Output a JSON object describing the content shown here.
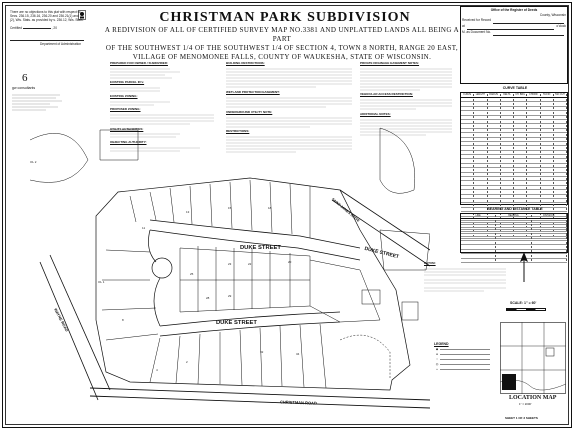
{
  "title": "CHRISTMAN PARK SUBDIVISION",
  "subtitle_lines": [
    "A REDIVISION OF ALL OF CERTIFIED SURVEY MAP NO.3381 AND UNPLATTED LANDS ALL BEING A PART",
    "OF THE SOUTHWEST 1/4 OF THE SOUTHWEST 1/4 OF SECTION 4, TOWN 8 NORTH, RANGE 20 EAST,",
    "VILLAGE OF MENOMONEE FALLS, COUNTY OF WAUKESHA, STATE OF WISCONSIN."
  ],
  "notice": {
    "text": "There are no objections to this plat with respect to Secs. 236.15, 236.16, 236.20 and 236.21(1) and (2), Wis. Stats. as provided by s. 236.12, Wis. Stats.",
    "certified_label": "Certified",
    "date_suffix": ", 20",
    "department": "Department of Administration"
  },
  "firm": {
    "logo": "6",
    "name": "gw consultants"
  },
  "streets": {
    "duke_street": "DUKE STREET",
    "christman_road": "CHRISTMAN ROAD",
    "saint_james_drive": "SAINT JAMES DRIVE",
    "wayne_road": "WAYNE ROAD"
  },
  "notes_left": [
    {
      "heading": "PREPARED FOR OWNER / SUBDIVIDER:",
      "lines": []
    },
    {
      "heading": "EXISTING PARCEL ID's:",
      "lines": []
    },
    {
      "heading": "EXISTING ZONING:",
      "lines": []
    },
    {
      "heading": "PROPOSED ZONING:",
      "lines": []
    },
    {
      "heading": "UTILITY AUTHORITIES:",
      "lines": []
    },
    {
      "heading": "OBJECTING AUTHORITY:",
      "lines": []
    }
  ],
  "notes_center": [
    {
      "heading": "BUILDING RESTRICTIONS:",
      "lines": []
    },
    {
      "heading": "WETLAND PROTECTION EASEMENT:",
      "lines": []
    },
    {
      "heading": "UNDERGROUND UTILITY NOTE:",
      "lines": []
    },
    {
      "heading": "RESTRICTIONS:",
      "lines": []
    }
  ],
  "notes_right": [
    {
      "heading": "PRIVATE DRAINAGE EASEMENT NOTES:",
      "lines": []
    },
    {
      "heading": "VEHICULAR ACCESS RESTRICTION:",
      "lines": []
    },
    {
      "heading": "ADDITIONAL NOTES:",
      "lines": []
    }
  ],
  "register": {
    "heading": "Office of the Register of Deeds",
    "sub": "County, Wisconsin",
    "fields": [
      "Received for Record",
      "at",
      "o'clock",
      "M. as Document No."
    ]
  },
  "tables": {
    "curve_table_title": "CURVE TABLE",
    "curve_headers": [
      "CURVE",
      "LENGTH",
      "RADIUS",
      "DELTA",
      "CH. BRG",
      "CHORD",
      "TAN IN",
      "TAN OUT"
    ],
    "bearing_table_title": "BEARING AND DISTANCE TABLE",
    "bearing_headers": [
      "LINE",
      "BEARING",
      "DISTANCE"
    ]
  },
  "datum": {
    "heading": "DATUM:",
    "lines": []
  },
  "legend": {
    "heading": "LEGEND",
    "items": [
      {
        "symbol": "◆",
        "label": ""
      },
      {
        "symbol": "●",
        "label": ""
      },
      {
        "symbol": "○",
        "label": ""
      },
      {
        "symbol": "◎",
        "label": ""
      },
      {
        "symbol": "+",
        "label": ""
      }
    ]
  },
  "scale": "SCALE: 1\" = 60'",
  "location_map": {
    "title": "LOCATION MAP",
    "subtitle": "1\" = 2000'"
  },
  "sheet": "SHEET 1 OF 3 SHEETS"
}
